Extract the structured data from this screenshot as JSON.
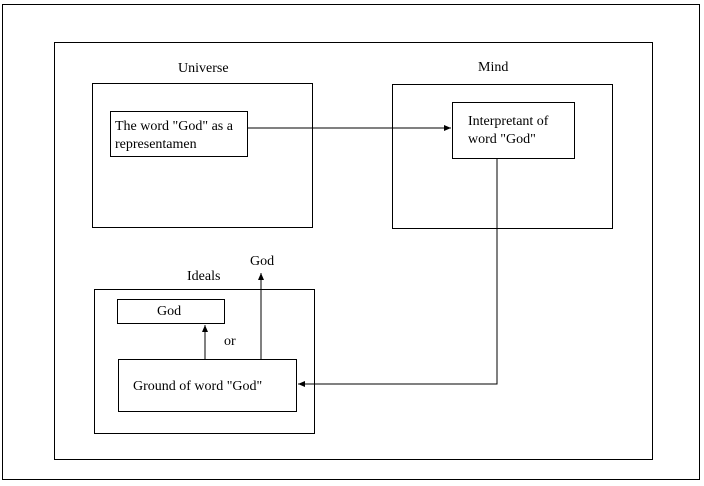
{
  "regions": {
    "universe": "Universe",
    "mind": "Mind",
    "ideals": "Ideals"
  },
  "nodes": {
    "representamen_line1": "The word \"God\" as a",
    "representamen_line2": "representamen",
    "interpretant_line1": "Interpretant of",
    "interpretant_line2": "word \"God\"",
    "god_box": "God",
    "ground": "Ground of word \"God\""
  },
  "annotations": {
    "god_outside": "God",
    "or": "or"
  }
}
